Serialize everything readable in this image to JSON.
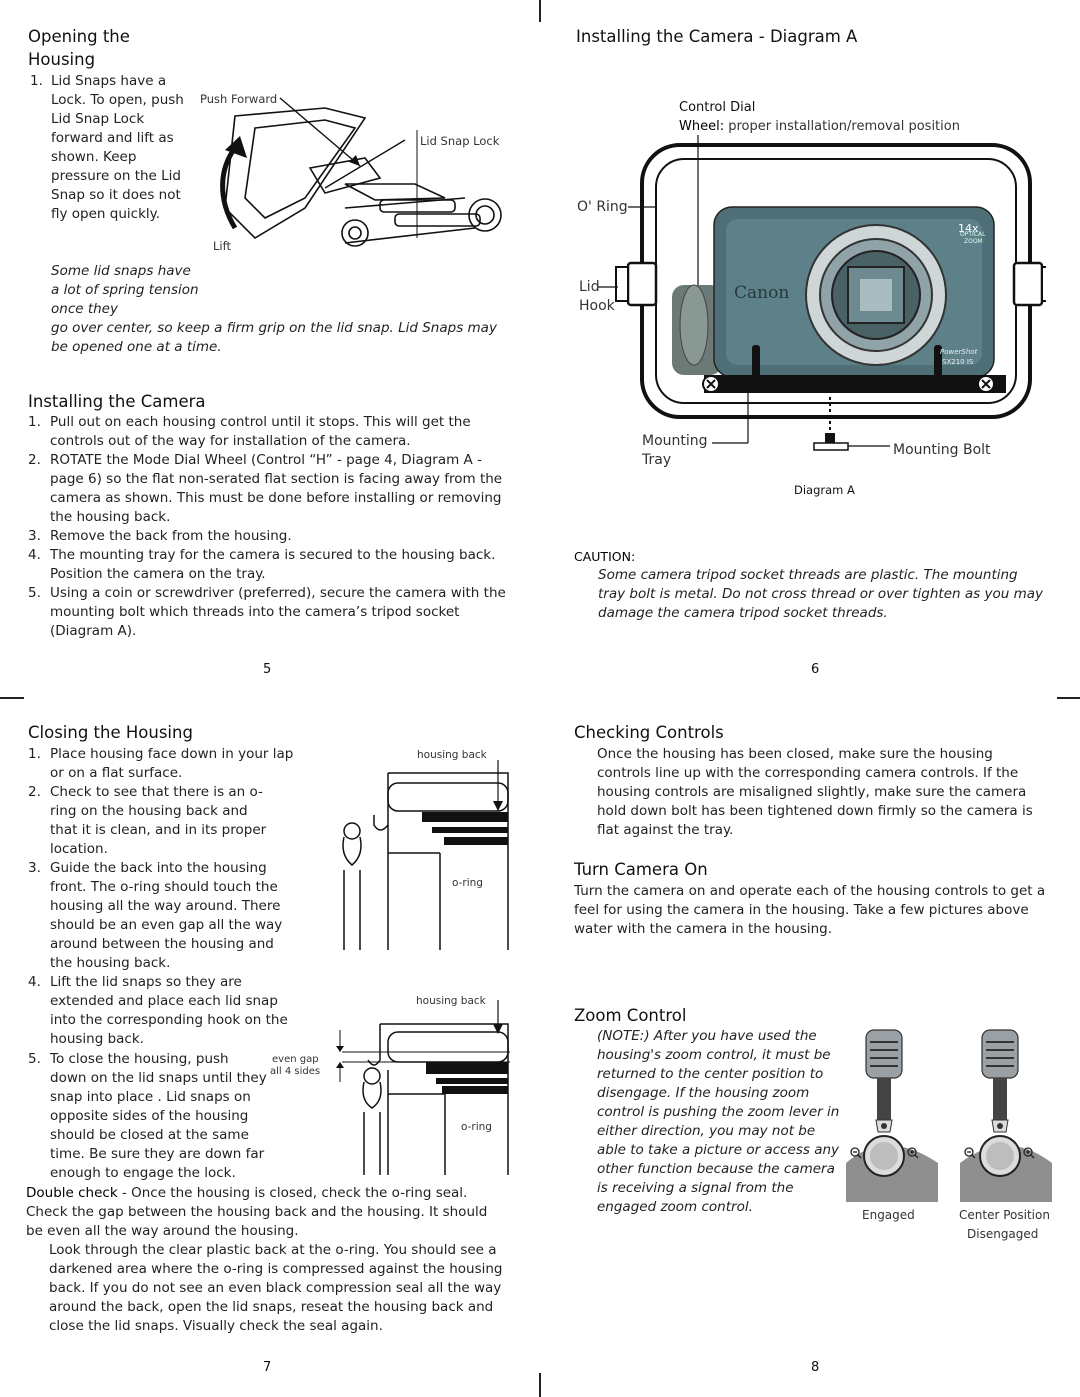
{
  "p5": {
    "opening": {
      "title": "Opening the Housing",
      "step1_num": "1.",
      "step1": "Lid Snaps have a Lock. To open, push Lid Snap Lock forward and lift as shown. Keep pressure on the Lid Snap so it does not fly open quickly.",
      "note_a": "Some lid snaps have a lot of spring tension once they",
      "note_b": "go over center, so keep a firm grip on the lid snap. Lid Snaps may be opened one at a time.",
      "fig_push": "Push Forward",
      "fig_lock": "Lid Snap Lock",
      "fig_lift": "Lift"
    },
    "installing": {
      "title": "Installing the Camera",
      "steps": [
        {
          "n": "1.",
          "t": "Pull out on each housing control until it stops. This will get the controls out of the way for installation of the camera."
        },
        {
          "n": "2.",
          "t": "ROTATE the Mode Dial Wheel (Control “H” - page 4, Diagram A - page 6) so the flat non-serated flat section is facing away from the camera as shown. This must be done before installing or removing the housing back."
        },
        {
          "n": "3.",
          "t": "Remove the back from the housing."
        },
        {
          "n": "4.",
          "t": "The mounting tray for the camera is secured to the housing back. Position the camera on the tray."
        },
        {
          "n": "5.",
          "t": "Using a coin or screwdriver (preferred), secure the camera with the mounting bolt which threads into the camera’s tripod socket (Diagram A)."
        }
      ]
    },
    "page_number": "5"
  },
  "p6": {
    "title": "Installing the Camera - Diagram A",
    "control_dial": "Control Dial",
    "wheel_bold": "Wheel:",
    "wheel_rest": "proper installation/removal position",
    "oring": "O' Ring",
    "lid_hook": "Lid Hook",
    "mounting_tray": "Mounting Tray",
    "mounting_bolt": "Mounting Bolt",
    "diagram": "Diagram A",
    "cam_brand": "Canon",
    "cam_zoom": "14x",
    "cam_optical": "OPTICAL",
    "cam_zoom_word": "ZOOM",
    "cam_model_a": "PowerShot",
    "cam_model_b": "SX210 IS",
    "caution_title": "CAUTION:",
    "caution_text": "Some camera tripod socket threads are plastic. The mounting tray bolt is metal. Do not cross thread or over tighten as you may damage the camera tripod socket threads.",
    "page_number": "6"
  },
  "p7": {
    "title": "Closing the Housing",
    "steps": [
      {
        "n": "1.",
        "t": "Place housing face down in your lap or on a flat surface."
      },
      {
        "n": "2.",
        "t": "Check to see that there is an o-ring on the housing back and that it is clean, and in its proper location."
      },
      {
        "n": "3.",
        "t": "Guide the back into the housing front. The o-ring should touch the housing all the way around. There should be an even gap all the way around between the housing and the housing back."
      },
      {
        "n": "4.",
        "t": "Lift the lid snaps so they are extended and place each lid snap into the corresponding hook on the housing back."
      },
      {
        "n": "5.",
        "t": "To close the housing, push down on the lid snaps until they snap into place . Lid snaps on opposite sides of the housing should be closed at the same time. Be sure they are down far enough to engage the lock."
      }
    ],
    "double_check_bold": "Double check",
    "double_check": " - Once the housing is closed, check the o-ring seal. Check the gap between the housing back and the housing. It should be even all the way around the housing.",
    "look_through": "Look through the clear plastic back at the o-ring. You should see a darkened area where the o-ring is compressed against the housing back. If you do not see an even black compression seal all the way around the back, open the lid snaps, reseat the housing back and close the lid snaps. Visually check the seal again.",
    "fig_housing_back": "housing back",
    "fig_oring": "o-ring",
    "fig_even_gap": "even gap",
    "fig_all4": "all 4 sides",
    "page_number": "7"
  },
  "p8": {
    "checking_title": "Checking Controls",
    "checking_text": "Once the housing has been closed, make sure the housing controls line up with the corresponding camera controls. If the housing controls are misaligned slightly, make sure the camera hold down bolt has been tightened down firmly so the camera is flat against the tray.",
    "turn_on_title": "Turn Camera On",
    "turn_on_text": "Turn the camera on and operate each of the housing controls to get a feel for using the camera in the housing. Take a few pictures above water with the camera in the housing.",
    "zoom_title": "Zoom Control",
    "zoom_note": "(NOTE:) After you have used the housing's zoom control, it must be returned to the center position to disengage. If the housing zoom control is pushing the zoom lever in either direction, you may not be able to take a picture or access any other function because the camera is receiving a signal from the engaged zoom control.",
    "engaged": "Engaged",
    "center_position": "Center Position",
    "disengaged": "Disengaged",
    "page_number": "8"
  }
}
